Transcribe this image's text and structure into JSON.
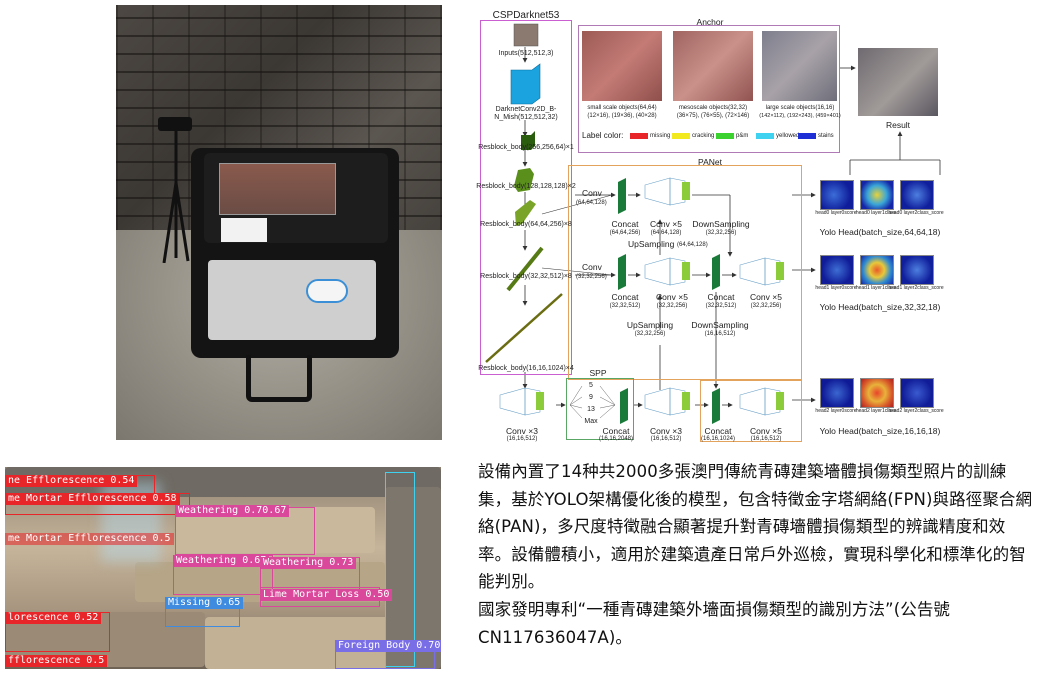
{
  "diagram": {
    "backbone": {
      "title": "CSPDarknet53",
      "input": "Inputs(512,512,3)",
      "conv": "DarknetConv2D_B-N_Mish(512,512,32)",
      "resblocks": [
        "Resblock_body(256,256,64)×1",
        "Resblock_body(128,128,128)×2",
        "Resblock_body(64,64,256)×8",
        "Resblock_body(32,32,512)×8",
        "Resblock_body(16,16,1024)×4"
      ]
    },
    "anchor": {
      "title": "Anchor",
      "panels": [
        {
          "label": "small scale objects(64,64)",
          "sizes": "(12×16), (19×36), (40×28)"
        },
        {
          "label": "mesoscale objects(32,32)",
          "sizes": "(36×75), (76×55), (72×146)"
        },
        {
          "label": "large scale objects(16,16)",
          "sizes": "(142×112), (192×243), (459×401)"
        }
      ],
      "legend_title": "Label color:",
      "legend": [
        {
          "name": "missing",
          "color": "#e8262a"
        },
        {
          "name": "cracking",
          "color": "#f2ea1e"
        },
        {
          "name": "p&m",
          "color": "#3bd22f"
        },
        {
          "name": "yellowed",
          "color": "#3fd2f0"
        },
        {
          "name": "stains",
          "color": "#1f2fd6"
        }
      ]
    },
    "result": "Result",
    "panet": {
      "title": "PANet",
      "conv_a": "Conv",
      "conv_a_dim": "(64,64,128)",
      "conv_b": "Conv",
      "conv_b_dim": "(32,32,256)",
      "concat1": "Concat",
      "concat1_dim": "(64,64,256)",
      "conv5_1": "Conv ×5",
      "conv5_1_dim": "(64,64,128)",
      "down1": "DownSampling",
      "down1_dim": "(32,32,256)",
      "up1": "UpSampling",
      "up1_dim": "(64,64,128)",
      "concat2": "Concat",
      "concat2_dim": "(32,32,512)",
      "conv5_2": "Conv ×5",
      "conv5_2_dim": "(32,32,256)",
      "concat3": "Concat",
      "concat3_dim": "(32,32,512)",
      "conv5_3": "Conv ×5",
      "conv5_3_dim": "(32,32,256)",
      "up2": "UpSampling",
      "up2_dim": "(32,32,256)",
      "down2": "DownSampling",
      "down2_dim": "(16,16,512)"
    },
    "spp": {
      "title": "SPP",
      "pools": [
        "5",
        "9",
        "13"
      ],
      "max": "Max",
      "concat": "Concat",
      "concat_dim": "(16,16,2048)"
    },
    "bottom": {
      "conv3a": "Conv ×3",
      "conv3a_dim": "(16,16,512)",
      "conv3b": "Conv ×3",
      "conv3b_dim": "(16,16,512)",
      "concat": "Concat",
      "concat_dim": "(16,16,1024)",
      "conv5": "Conv ×5",
      "conv5_dim": "(16,16,512)"
    },
    "heads": [
      {
        "title": "Yolo Head(batch_size,64,64,18)",
        "maps": [
          "head0 layer0score",
          "head0 layer1class",
          "head0 layer2class_score"
        ]
      },
      {
        "title": "Yolo Head(batch_size,32,32,18)",
        "maps": [
          "head1 layer0score",
          "head1 layer1class",
          "head1 layer2class_score"
        ]
      },
      {
        "title": "Yolo Head(batch_size,16,16,18)",
        "maps": [
          "head2 layer0score",
          "head2 layer1class",
          "head2 layer2class_score"
        ]
      }
    ]
  },
  "detections": [
    {
      "text": "ne Efflorescence 0.54",
      "color": "#e8262a"
    },
    {
      "text": "me Mortar Efflorescence 0.58",
      "color": "#e8262a"
    },
    {
      "text": "me Mortar Efflorescence 0.5",
      "color": "#e8262a"
    },
    {
      "text": "Weathering 0.70.67",
      "color": "#d9489a"
    },
    {
      "text": "Weathering 0.67",
      "color": "#d9489a"
    },
    {
      "text": "Weathering 0.73",
      "color": "#d9489a"
    },
    {
      "text": "Missing 0.65",
      "color": "#3f8be0"
    },
    {
      "text": "Lime Mortar Loss 0.50",
      "color": "#d9489a"
    },
    {
      "text": "lorescence 0.52",
      "color": "#e8262a"
    },
    {
      "text": "fflorescence 0.5",
      "color": "#e8262a"
    },
    {
      "text": "Foreign Body 0.70",
      "color": "#7a6ee6"
    }
  ],
  "description": {
    "paragraph": "設備內置了14种共2000多張澳門傳統青磚建築墻體損傷類型照片的訓練集，基於YOLO架構優化後的模型，包含特徵金字塔網絡(FPN)與路徑聚合網絡(PAN)，多尺度特徵融合顯著提升對青磚墻體損傷類型的辨識精度和效率。設備體積小，適用於建築遺產日常戶外巡檢，實現科學化和標準化的智能判別。",
    "patent": "國家發明專利“一種青磚建築外墻面損傷類型的識別方法”(公告號CN117636047A)。"
  }
}
